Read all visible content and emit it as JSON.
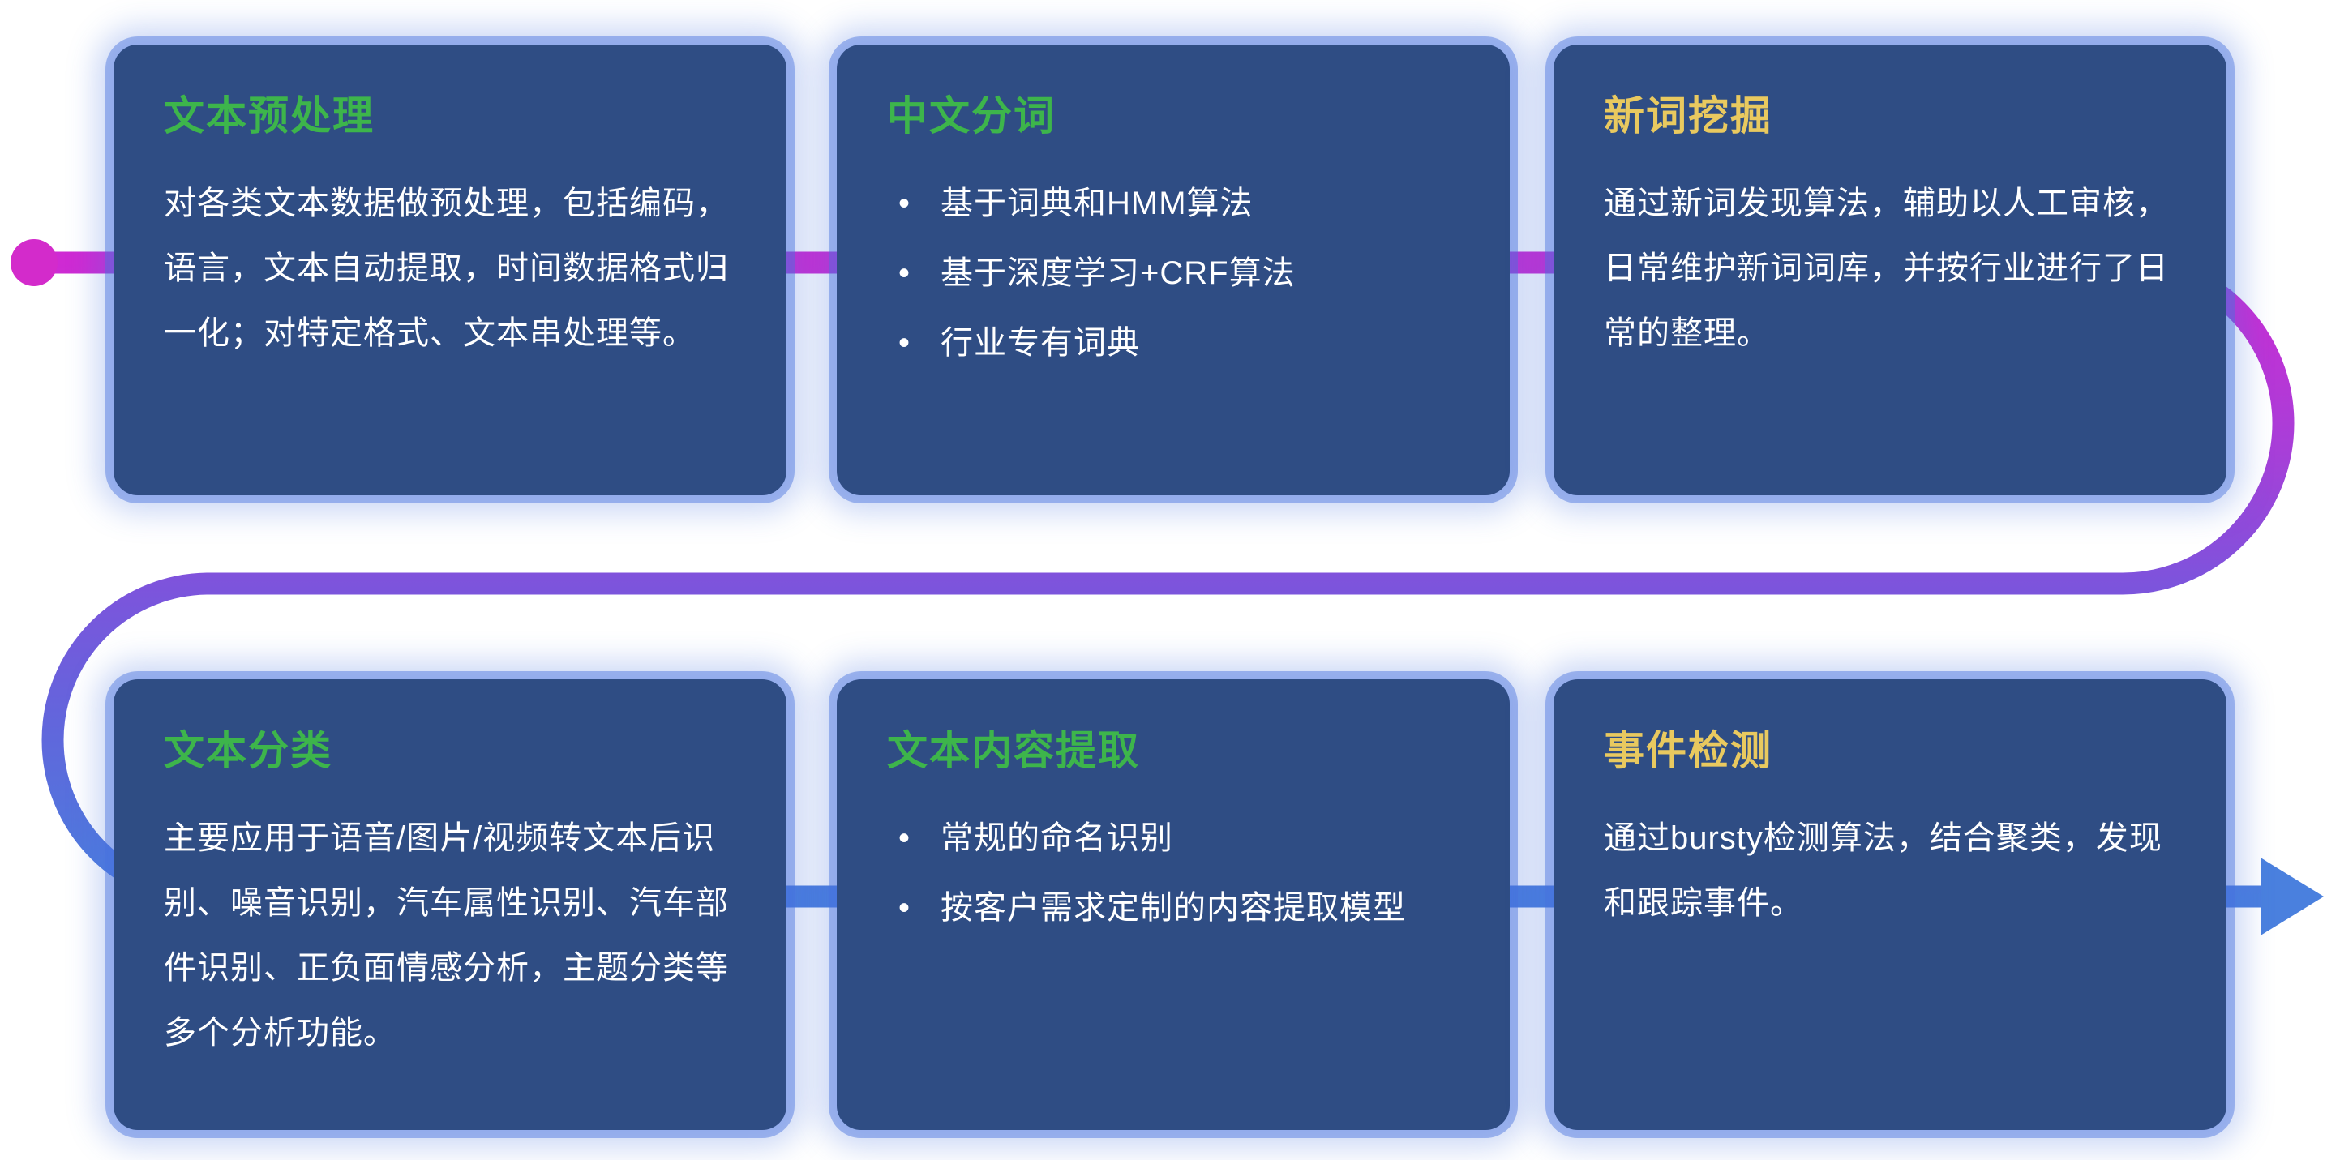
{
  "flow": {
    "start_dot_color": "#d32bcb",
    "gradient": {
      "top": "#cf2ad3",
      "upper_mid": "#a73fd8",
      "middle": "#7e53dc",
      "lower_mid": "#5f68dc",
      "bottom": "#4a7ede"
    },
    "arrow_color": "#4a80de"
  },
  "cards": [
    {
      "title": "文本预处理",
      "title_color": "#3db54b",
      "body": "对各类文本数据做预处理，包括编码，语言，文本自动提取，时间数据格式归一化；对特定格式、文本串处理等。"
    },
    {
      "title": "中文分词",
      "title_color": "#3db54b",
      "bullets": [
        "基于词典和HMM算法",
        "基于深度学习+CRF算法",
        "行业专有词典"
      ]
    },
    {
      "title": "新词挖掘",
      "title_color": "#e9c95f",
      "body": "通过新词发现算法，辅助以人工审核，日常维护新词词库，并按行业进行了日常的整理。"
    },
    {
      "title": "文本分类",
      "title_color": "#3db54b",
      "body": "主要应用于语音/图片/视频转文本后识别、噪音识别，汽车属性识别、汽车部件识别、正负面情感分析，主题分类等多个分析功能。"
    },
    {
      "title": "文本内容提取",
      "title_color": "#3db54b",
      "bullets": [
        "常规的命名识别",
        "按客户需求定制的内容提取模型"
      ]
    },
    {
      "title": "事件检测",
      "title_color": "#e9c95f",
      "body": "通过bursty检测算法，结合聚类，发现和跟踪事件。"
    }
  ]
}
